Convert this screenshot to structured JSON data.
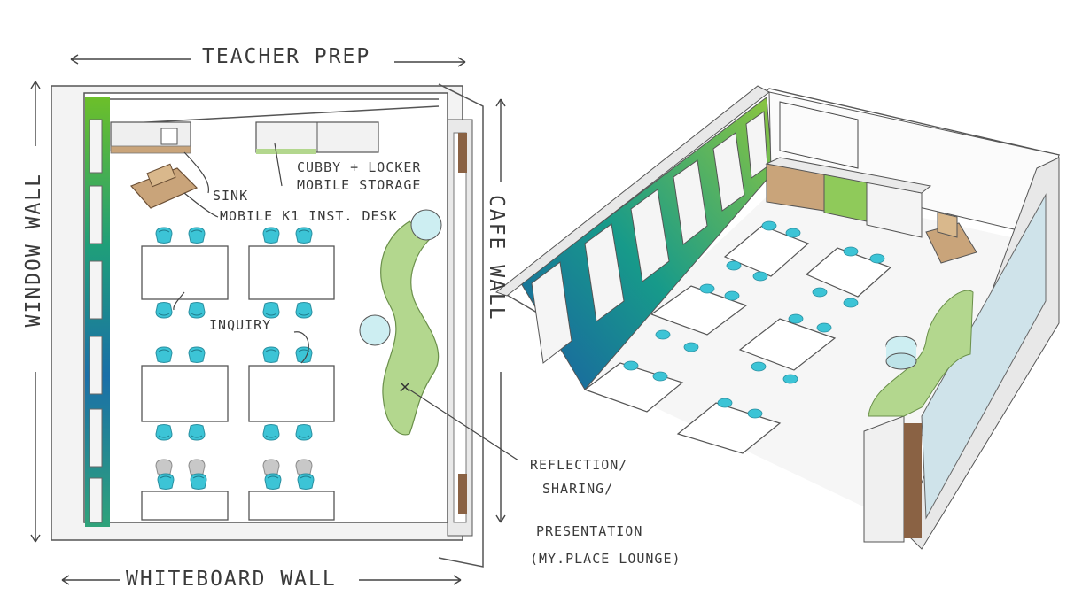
{
  "labels": {
    "teacher_prep": "TEACHER PREP",
    "window_wall": "WINDOW WALL",
    "cafe_wall": "CAFE WALL",
    "whiteboard_wall": "WHITEBOARD WALL",
    "cubby_line1": "CUBBY + LOCKER",
    "cubby_line2": "MOBILE STORAGE",
    "sink": "SINK",
    "desk": "MOBILE K1 INST. DESK",
    "inquiry": "INQUIRY",
    "reflection_line1": "REFLECTION/",
    "reflection_line2": "SHARING/",
    "reflection_line3": "PRESENTATION",
    "reflection_line4": "(MY.PLACE LOUNGE)"
  },
  "colors": {
    "chair": "#3cc4d6",
    "chair_grey": "#b5b5b5",
    "lounge": "#b3d78e",
    "wall_line": "#555555",
    "window_green": "#5cae2e",
    "window_teal": "#1a8f8a",
    "window_blue": "#1b5aa0",
    "wood": "#c9a47a",
    "pouf": "#cdeef2"
  }
}
